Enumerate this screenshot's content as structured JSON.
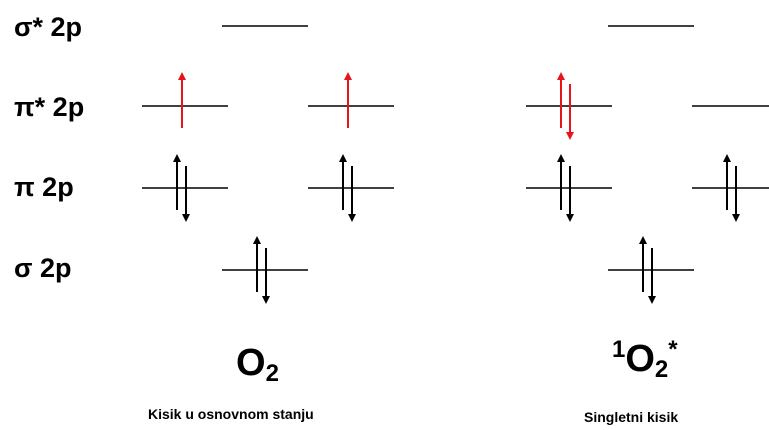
{
  "levels": [
    {
      "id": "sigma_star_2p",
      "label": "σ* 2p"
    },
    {
      "id": "pi_star_2p",
      "label": "π* 2p"
    },
    {
      "id": "pi_2p",
      "label": "π 2p"
    },
    {
      "id": "sigma_2p",
      "label": "σ 2p"
    }
  ],
  "molecules": [
    {
      "formula_main": "O",
      "formula_sub": "2",
      "formula_pre_sup": "",
      "formula_post_sup": "",
      "caption": "Kisik u osnovnom stanju",
      "orbitals": {
        "sigma_star_2p": [
          ""
        ],
        "pi_star_2p": [
          "up-red",
          "up-red"
        ],
        "pi_2p": [
          "pair",
          "pair"
        ],
        "sigma_2p": [
          "pair"
        ]
      }
    },
    {
      "formula_main": "O",
      "formula_sub": "2",
      "formula_pre_sup": "1",
      "formula_post_sup": "*",
      "caption": "Singletni kisik",
      "orbitals": {
        "sigma_star_2p": [
          ""
        ],
        "pi_star_2p": [
          "pair-red",
          ""
        ],
        "pi_2p": [
          "pair",
          "pair"
        ],
        "sigma_2p": [
          "pair"
        ]
      }
    }
  ],
  "colors": {
    "line": "#000000",
    "electron": "#000000",
    "excited_electron": "#e8141b"
  }
}
